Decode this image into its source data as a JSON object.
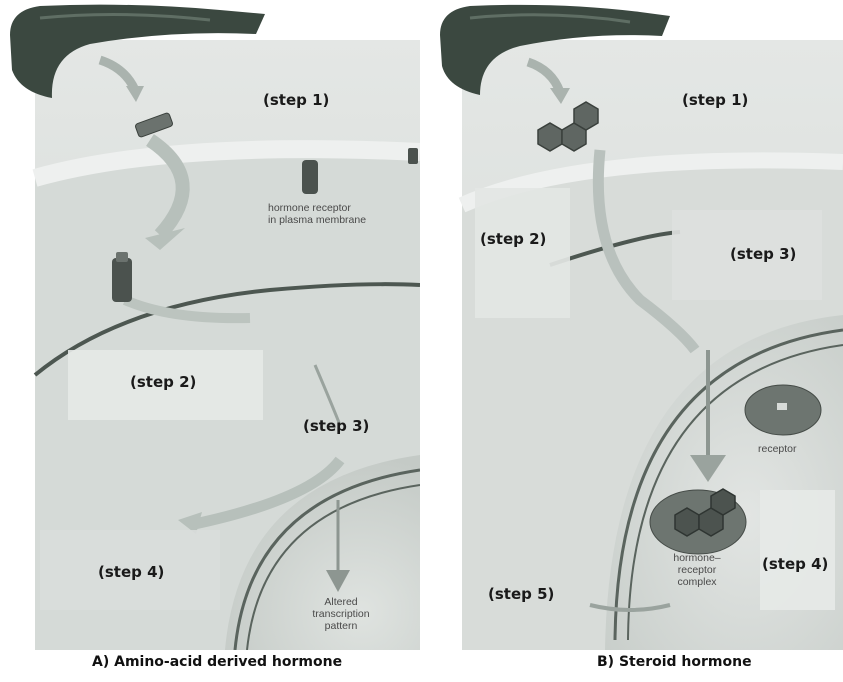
{
  "panel_a": {
    "caption": "A) Amino-acid derived hormone",
    "steps": [
      "(step 1)",
      "(step 2)",
      "(step 3)",
      "(step 4)"
    ],
    "receptor_label_line1": "hormone receptor",
    "receptor_label_line2": "in plasma membrane",
    "transcription_line1": "Altered",
    "transcription_line2": "transcription",
    "transcription_line3": "pattern"
  },
  "panel_b": {
    "caption": "B) Steroid hormone",
    "steps": [
      "(step 1)",
      "(step 2)",
      "(step 3)",
      "(step 4)",
      "(step 5)"
    ],
    "receptor_label": "receptor",
    "complex_line1": "hormone–",
    "complex_line2": "receptor",
    "complex_line3": "complex"
  },
  "colors": {
    "vessel": "#3d4a42",
    "cell_bg": "#d7dbd8",
    "membrane": "#505a55",
    "arrow": "#b9c1bd",
    "label_box": "#e6e9e7"
  }
}
